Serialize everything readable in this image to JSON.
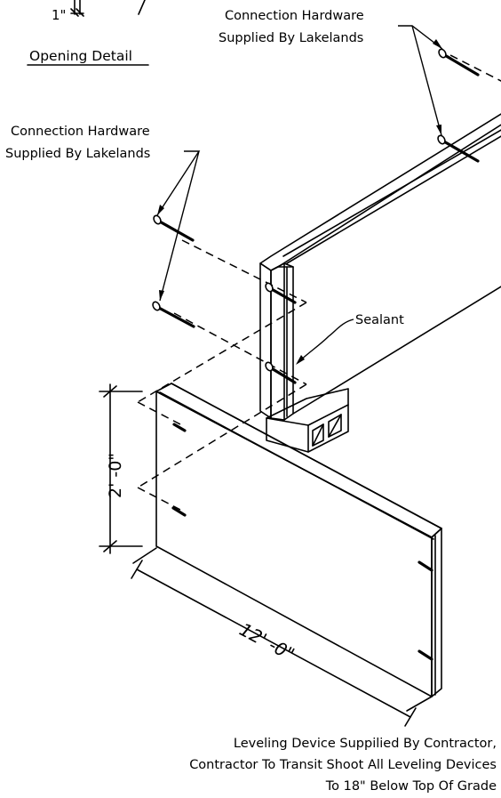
{
  "labels": {
    "one_inch": "1\"",
    "opening_detail": "Opening Detail",
    "hardware_top_line1": "Connection Hardware",
    "hardware_top_line2": "Supplied By Lakelands",
    "hardware_left_line1": "Connection Hardware",
    "hardware_left_line2": "Supplied By Lakelands",
    "sealant": "Sealant",
    "height_dim": "2' -0\"",
    "length_dim": "12' -0\"",
    "note_line1": "Leveling Device Suppilied By Contractor,",
    "note_line2": "Contractor To Transit Shoot All Leveling Devices",
    "note_line3": "To 18\" Below Top Of Grade"
  }
}
